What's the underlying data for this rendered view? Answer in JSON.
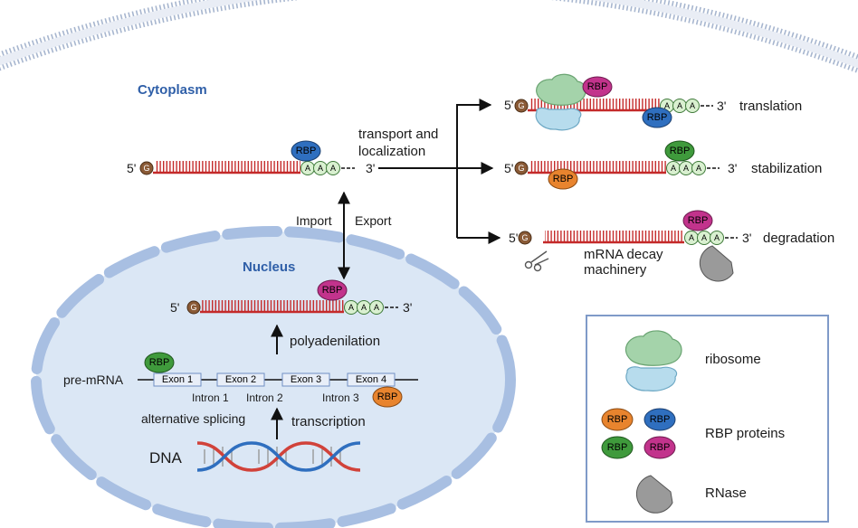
{
  "compartments": {
    "cytoplasm": "Cytoplasm",
    "nucleus": "Nucleus"
  },
  "mrna": {
    "five_prime": "5'",
    "three_prime": "3'",
    "cap": "G",
    "poly_a": "A"
  },
  "rbp_label": "RBP",
  "arrows": {
    "import": "Import",
    "export": "Export",
    "transport": [
      "transport and",
      "localization"
    ],
    "polyadenylation": "polyadenilation",
    "transcription": "transcription",
    "alternative_splicing": "alternative splicing"
  },
  "gene": {
    "pre_mrna": "pre-mRNA",
    "dna": "DNA",
    "exons": [
      "Exon 1",
      "Exon 2",
      "Exon 3",
      "Exon 4"
    ],
    "introns": [
      "Intron 1",
      "Intron 2",
      "Intron 3"
    ]
  },
  "fates": {
    "translation": "translation",
    "stabilization": "stabilization",
    "degradation": "degradation",
    "decay_machinery": [
      "mRNA decay",
      "machinery"
    ]
  },
  "legend": {
    "ribosome": "ribosome",
    "rbp_proteins": "RBP proteins",
    "rnase": "RNase"
  },
  "colors": {
    "rbp_blue": "#2f6fbf",
    "rbp_magenta": "#c2338c",
    "rbp_green": "#3f9a3c",
    "rbp_orange": "#e8842e",
    "mrna_red": "#c42a2a",
    "nucleus_fill": "#dbe7f5",
    "membrane": "#9fb3d6",
    "title_blue": "#2f5fa8"
  }
}
